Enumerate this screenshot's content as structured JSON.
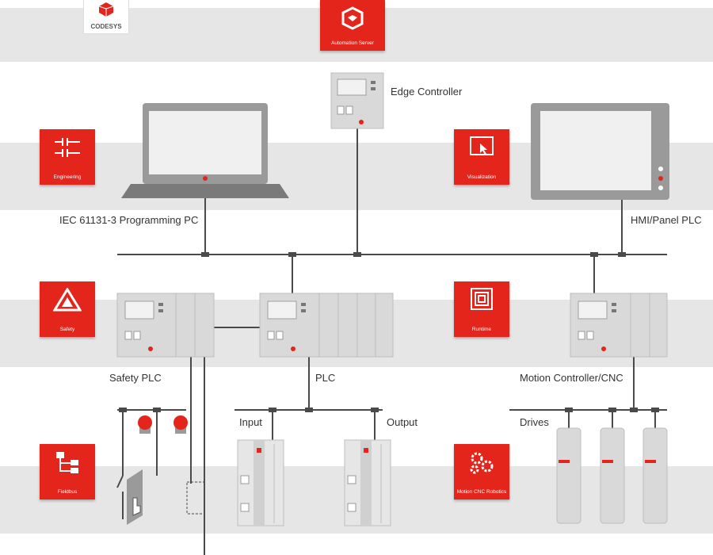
{
  "brand": {
    "logo_text": "CODESYS"
  },
  "server": {
    "label": "Automation Server"
  },
  "tiles": {
    "engineering": "Engineering",
    "visualization": "Visualization",
    "safety": "Safety",
    "runtime": "Runtime",
    "fieldbus": "Fieldbus",
    "motion": "Motion CNC Robotics"
  },
  "devices": {
    "edge_controller": "Edge Controller",
    "programming_pc": "IEC 61131-3 Programming PC",
    "hmi": "HMI/Panel PLC",
    "safety_plc": "Safety PLC",
    "plc": "PLC",
    "motion_controller": "Motion Controller/CNC",
    "input": "Input",
    "output": "Output",
    "drives": "Drives"
  },
  "colors": {
    "accent": "#e3251b",
    "band": "#e6e6e6",
    "device": "#d9d9d9",
    "line": "#4a4a4a"
  }
}
